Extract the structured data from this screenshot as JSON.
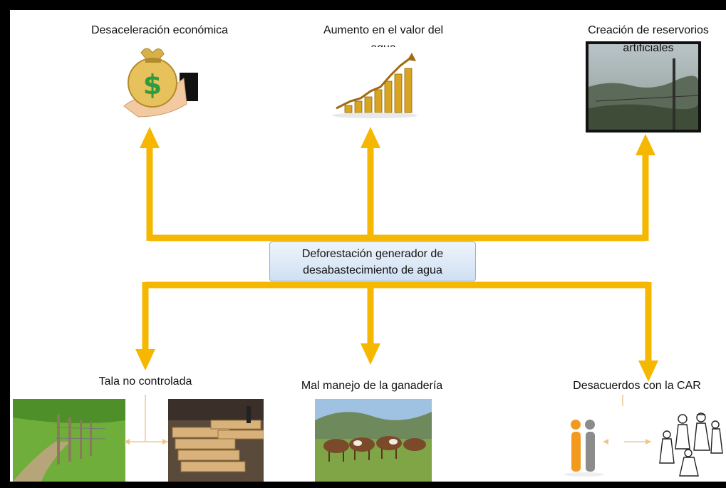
{
  "diagram": {
    "center": {
      "line1": "Deforestación generador de",
      "line2": "desabastecimiento de agua"
    },
    "effects": [
      {
        "label": "Desaceleración económica",
        "image": "money-bag-hand-icon"
      },
      {
        "label_line1": "Aumento en el valor del",
        "label_line2": "agua",
        "image": "rising-coins-chart-icon"
      },
      {
        "label_line1": "Creación de reservorios",
        "label_line2": "artificiales",
        "image": "misty-landscape-photo"
      }
    ],
    "causes": [
      {
        "label": "Tala no controlada",
        "images": [
          "fenced-pasture-photo",
          "cut-timber-photo"
        ]
      },
      {
        "label": "Mal manejo de la ganadería",
        "image": "cattle-herd-photo"
      },
      {
        "label": "Desacuerdos con la CAR",
        "images": [
          "two-figures-icon",
          "group-sketch-drawing"
        ]
      }
    ],
    "colors": {
      "arrow": "#f5b700",
      "frame": "#000000",
      "center_fill": "#dbe7f5",
      "center_border": "#8fb1d6"
    }
  }
}
